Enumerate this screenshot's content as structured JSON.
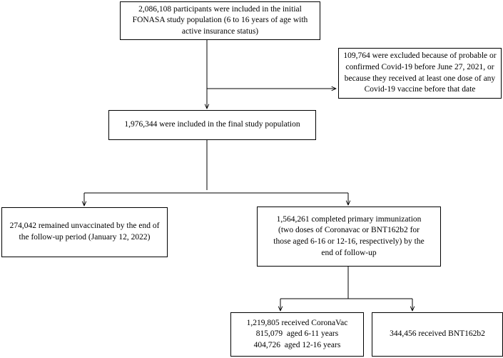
{
  "flowchart": {
    "initial_population": {
      "lines": [
        "2,086,108 participants were included in the initial",
        "FONASA study population (6 to 16 years of age with",
        "active insurance status)"
      ]
    },
    "excluded": {
      "lines": [
        "109,764 were excluded because of probable or",
        "confirmed Covid-19 before June 27, 2021, or",
        "because they received at least one dose of any",
        "Covid-19 vaccine before that date"
      ]
    },
    "final_population": {
      "lines": [
        "1,976,344 were included in the final study population"
      ]
    },
    "unvaccinated": {
      "lines": [
        "274,042 remained unvaccinated by the end of",
        "the follow-up period (January 12, 2022)"
      ]
    },
    "primary_immunization": {
      "lines": [
        "1,564,261 completed primary immunization",
        "(two doses of Coronavac or BNT162b2 for",
        "those aged 6-16 or 12-16, respectively) by the",
        "end of follow-up"
      ]
    },
    "coronavac": {
      "lines": [
        "1,219,805 received CoronaVac",
        "815,079  aged 6-11 years",
        "404,726  aged 12-16 years"
      ]
    },
    "bnt162b2": {
      "lines": [
        "344,456 received BNT162b2"
      ]
    }
  }
}
